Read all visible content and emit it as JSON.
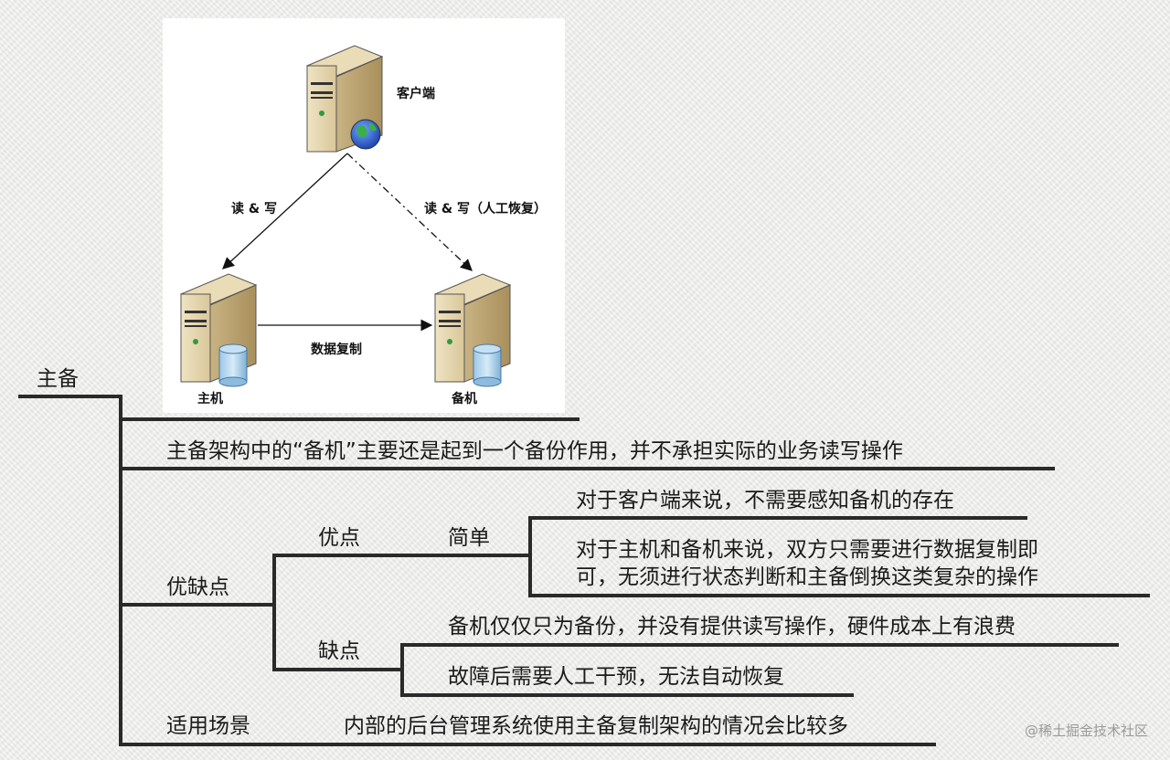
{
  "diagram": {
    "client_label": "客户端",
    "primary_label": "主机",
    "backup_label": "备机",
    "edge_client_primary": "读 & 写",
    "edge_client_backup": "读 & 写（人工恢复）",
    "edge_replication": "数据复制"
  },
  "mindmap": {
    "root": "主备",
    "description": "主备架构中的“备机”主要还是起到一个备份作用，并不承担实际的业务读写操作",
    "pros_cons": {
      "label": "优缺点",
      "pros": {
        "label": "优点",
        "sub_label": "简单",
        "items": [
          "对于客户端来说，不需要感知备机的存在",
          "对于主机和备机来说，双方只需要进行数据复制即",
          "可，无须进行状态判断和主备倒换这类复杂的操作"
        ]
      },
      "cons": {
        "label": "缺点",
        "items": [
          "备机仅仅只为备份，并没有提供读写操作，硬件成本上有浪费",
          "故障后需要人工干预，无法自动恢复"
        ]
      }
    },
    "scenario": {
      "label": "适用场景",
      "text": "内部的后台管理系统使用主备复制架构的情况会比较多"
    }
  },
  "watermark": "@稀土掘金技术社区"
}
